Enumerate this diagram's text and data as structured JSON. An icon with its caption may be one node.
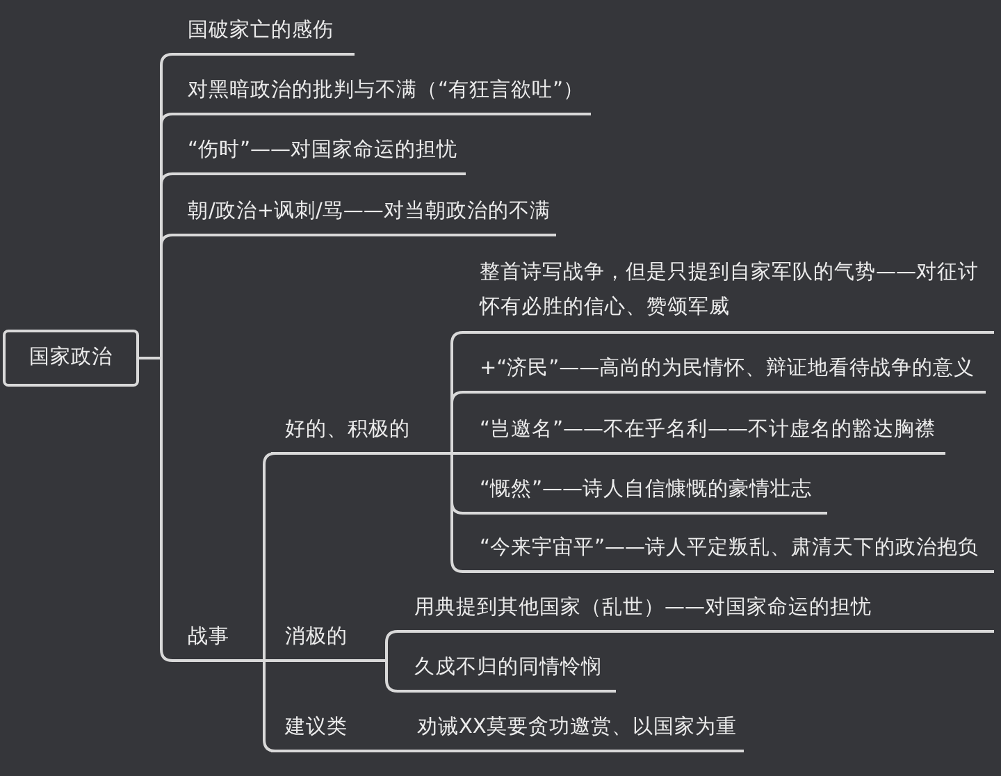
{
  "diagram": {
    "nodes": [
      {
        "text": [
          "国家政治"
        ]
      },
      {
        "text": [
          "国破家亡的感伤"
        ]
      },
      {
        "text": [
          "对黑暗政治的批判与不满（“有狂言欲吐”）"
        ]
      },
      {
        "text": [
          "“伤时”——对国家命运的担忧"
        ]
      },
      {
        "text": [
          "朝/政治+讽刺/骂——对当朝政治的不满"
        ]
      },
      {
        "text": [
          "战事"
        ]
      },
      {
        "text": [
          "好的、积极的"
        ]
      },
      {
        "text": [
          "整首诗写战争，但是只提到自家军队的气势——对征讨怀有必胜的信心、赞颂军威"
        ]
      },
      {
        "text": [
          "+“济民”——高尚的为民情怀、辩证地看待战争的意义"
        ]
      },
      {
        "text": [
          "“岂邀名”——不在乎名利——不计虚名的豁达胸襟"
        ]
      },
      {
        "text": [
          "“慨然”——诗人自信慷慨的豪情壮志"
        ]
      },
      {
        "text": [
          "“今来宇宙平”——诗人平定叛乱、肃清天下的政治抱负"
        ]
      },
      {
        "text": [
          "消极的"
        ]
      },
      {
        "text": [
          "用典提到其他国家（乱世）——对国家命运的担忧"
        ]
      },
      {
        "text": [
          "久戍不归的同情怜悯"
        ]
      },
      {
        "text": [
          "建议类"
        ]
      },
      {
        "text": [
          "劝诫XX莫要贪功邀赏、以国家为重"
        ]
      }
    ],
    "edges": [
      {
        "from": 0,
        "to": 1,
        "arrow": "none"
      },
      {
        "from": 0,
        "to": 2,
        "arrow": "none"
      },
      {
        "from": 0,
        "to": 3,
        "arrow": "none"
      },
      {
        "from": 0,
        "to": 4,
        "arrow": "none"
      },
      {
        "from": 0,
        "to": 5,
        "arrow": "none"
      },
      {
        "from": 5,
        "to": 6,
        "arrow": "none"
      },
      {
        "from": 6,
        "to": 7,
        "arrow": "none"
      },
      {
        "from": 6,
        "to": 8,
        "arrow": "none"
      },
      {
        "from": 6,
        "to": 9,
        "arrow": "none"
      },
      {
        "from": 6,
        "to": 10,
        "arrow": "none"
      },
      {
        "from": 6,
        "to": 11,
        "arrow": "none"
      },
      {
        "from": 5,
        "to": 12,
        "arrow": "none"
      },
      {
        "from": 12,
        "to": 13,
        "arrow": "none"
      },
      {
        "from": 12,
        "to": 14,
        "arrow": "none"
      },
      {
        "from": 5,
        "to": 15,
        "arrow": "none"
      },
      {
        "from": 15,
        "to": 16,
        "arrow": "none"
      }
    ]
  }
}
